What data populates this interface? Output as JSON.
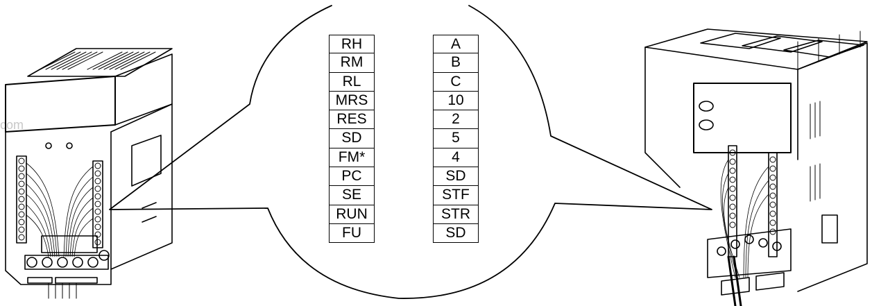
{
  "watermark": "com",
  "terminals_left": [
    "RH",
    "RM",
    "RL",
    "MRS",
    "RES",
    "SD",
    "FM*",
    "PC",
    "SE",
    "RUN",
    "FU"
  ],
  "terminals_right": [
    "A",
    "B",
    "C",
    "10",
    "2",
    "5",
    "4",
    "SD",
    "STF",
    "STR",
    "SD"
  ]
}
